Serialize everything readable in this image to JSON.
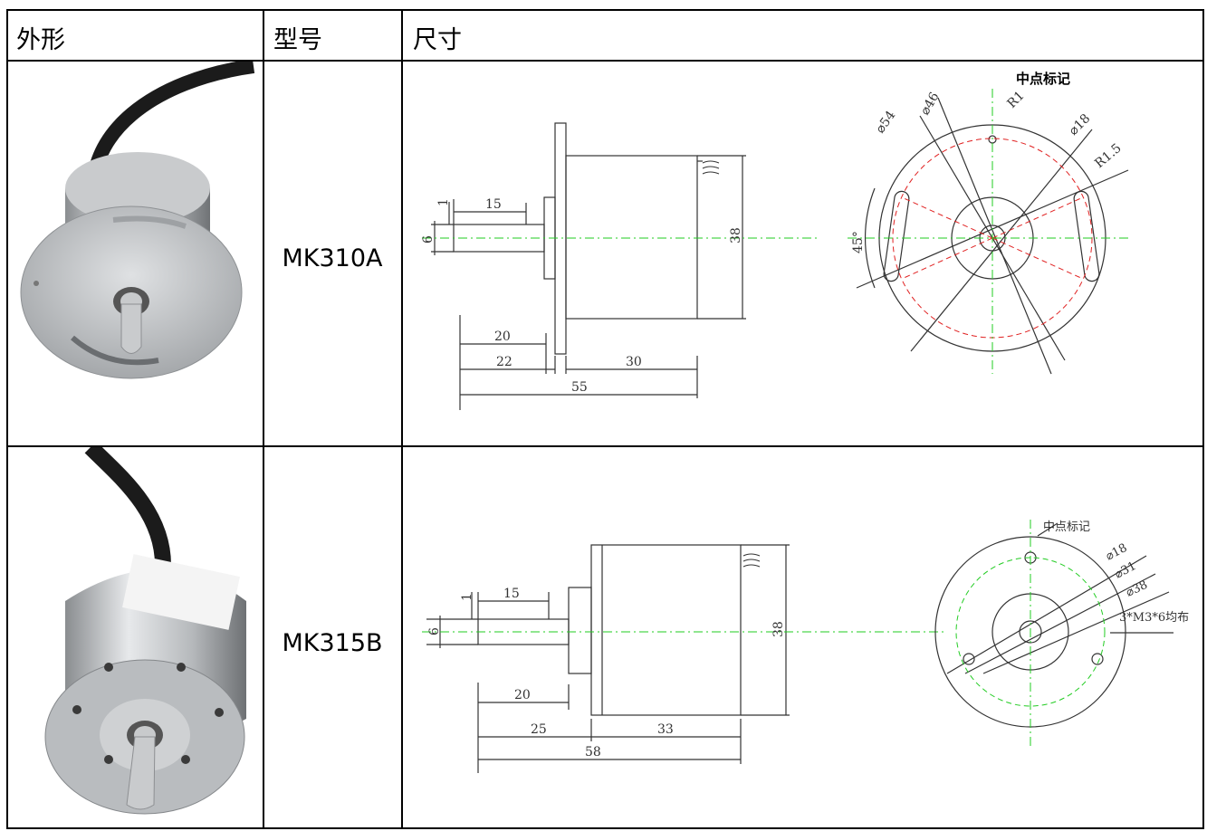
{
  "table": {
    "headers": {
      "appearance": "外形",
      "model": "型号",
      "dimensions": "尺寸"
    },
    "rows": [
      {
        "model": "MK310A",
        "drawing": {
          "center_mark": "中点标记",
          "dims_left": {
            "d1": "1",
            "d15": "15",
            "d6": "6",
            "d38": "38",
            "d20": "20",
            "d22": "22",
            "d30": "30",
            "d55": "55"
          },
          "dims_right": {
            "phi54": "⌀54",
            "phi46": "⌀46",
            "r1": "R1",
            "phi18": "⌀18",
            "r15": "R1.5",
            "angle": "45°"
          }
        }
      },
      {
        "model": "MK315B",
        "drawing": {
          "center_mark": "中点标记",
          "dims_left": {
            "d1": "1",
            "d15": "15",
            "d6": "6",
            "d38": "38",
            "d20": "20",
            "d25": "25",
            "d33": "33",
            "d58": "58"
          },
          "dims_right": {
            "phi18": "⌀18",
            "phi31": "⌀31",
            "phi38": "⌀38",
            "holes": "3*M3*6均布"
          }
        }
      }
    ]
  },
  "colors": {
    "center_line": "#22cc22",
    "hidden_line": "#e02020",
    "line": "#333333"
  }
}
